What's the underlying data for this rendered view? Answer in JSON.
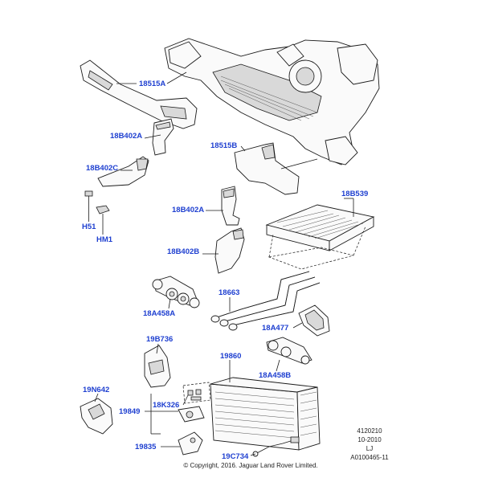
{
  "callouts": {
    "c18515A": "18515A",
    "c18B402A_1": "18B402A",
    "c18B402C": "18B402C",
    "cH51": "H51",
    "cHM1": "HM1",
    "c18515B": "18515B",
    "c18B539": "18B539",
    "c18B402A_2": "18B402A",
    "c18B402B": "18B402B",
    "c18663": "18663",
    "c18A458A": "18A458A",
    "c18A477": "18A477",
    "c19B736": "19B736",
    "c19860": "19860",
    "c18A458B": "18A458B",
    "c19N642": "19N642",
    "c18K326": "18K326",
    "c19849": "19849",
    "c19835": "19835",
    "c19C734": "19C734"
  },
  "meta": {
    "line1": "4120210",
    "line2": "10-2010",
    "line3": "LJ",
    "line4": "A0100465-11"
  },
  "copyright": "© Copyright, 2016. Jaguar Land Rover Limited."
}
